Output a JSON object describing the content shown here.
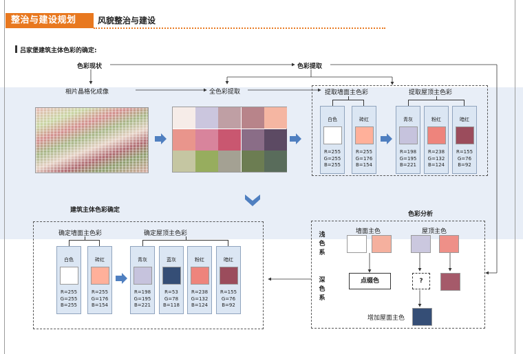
{
  "header": {
    "section_label": "整治与建设规划",
    "subtitle": "风貌整治与建设"
  },
  "heading": "吕家堡建筑主体色彩的确定:",
  "flow": {
    "color_status": "色彩现状",
    "color_extract": "色彩提取",
    "pixelate": "相片晶格化成像",
    "full_extract": "全色彩提取",
    "extract_wall": "提取墙面主色彩",
    "extract_roof": "提取屋顶主色彩",
    "main_color_confirm": "建筑主体色彩确定",
    "color_analysis": "色彩分析",
    "confirm_wall": "确定墙面主色彩",
    "confirm_roof": "确定屋顶主色彩"
  },
  "palette_grid": [
    [
      "#f6ece8",
      "#cbc6de",
      "#bf9fa4",
      "#b8848a",
      "#f5b6a2"
    ],
    [
      "#e9958c",
      "#d8849c",
      "#c95770",
      "#8a6d87",
      "#5c4a63"
    ],
    [
      "#c5c6a2",
      "#97ad5e",
      "#a4a193",
      "#6c7d52",
      "#596c5b"
    ]
  ],
  "extract_wall_cards": [
    {
      "label": "白色",
      "color": "#ffffff",
      "rgb": "R=255\nG=255\nB=255"
    },
    {
      "label": "砖红",
      "color": "#ffb09a",
      "rgb": "R=255\nG=176\nB=154"
    }
  ],
  "extract_roof_cards": [
    {
      "label": "青灰",
      "color": "#c6c3dd",
      "rgb": "R=198\nG=195\nB=221"
    },
    {
      "label": "粉红",
      "color": "#ee847c",
      "rgb": "R=238\nG=132\nB=124"
    },
    {
      "label": "暗红",
      "color": "#9b4c5c",
      "rgb": "R=155\nG=76\nB=92"
    }
  ],
  "confirm_wall_cards": [
    {
      "label": "白色",
      "color": "#ffffff",
      "rgb": "R=255\nG=255\nB=255"
    },
    {
      "label": "砖红",
      "color": "#ffb09a",
      "rgb": "R=255\nG=176\nB=154"
    }
  ],
  "confirm_roof_cards": [
    {
      "label": "青灰",
      "color": "#c6c3dd",
      "rgb": "R=198\nG=195\nB=221"
    },
    {
      "label": "蓝灰",
      "color": "#354e76",
      "rgb": "R=53\nG=78\nB=118"
    },
    {
      "label": "粉红",
      "color": "#ee847c",
      "rgb": "R=238\nG=132\nB=124"
    },
    {
      "label": "暗红",
      "color": "#9b4c5c",
      "rgb": "R=155\nG=76\nB=92"
    }
  ],
  "analysis": {
    "light_series": "浅色系",
    "dark_series": "深色系",
    "wall_main": "墙面主色",
    "roof_main": "屋顶主色",
    "accent_color": "点缀色",
    "question": "?",
    "add_roof": "增加屋面主色",
    "colors": {
      "white": "#ffffff",
      "brick": "#f5b09e",
      "bluegray_light": "#cbc8df",
      "pink": "#ee9088",
      "darkred": "#a55a6a",
      "navy": "#354e76"
    }
  },
  "colors": {
    "accent": "#e8781f",
    "band": "#e8eef7",
    "arrow_blue": "#4f7fc0"
  }
}
